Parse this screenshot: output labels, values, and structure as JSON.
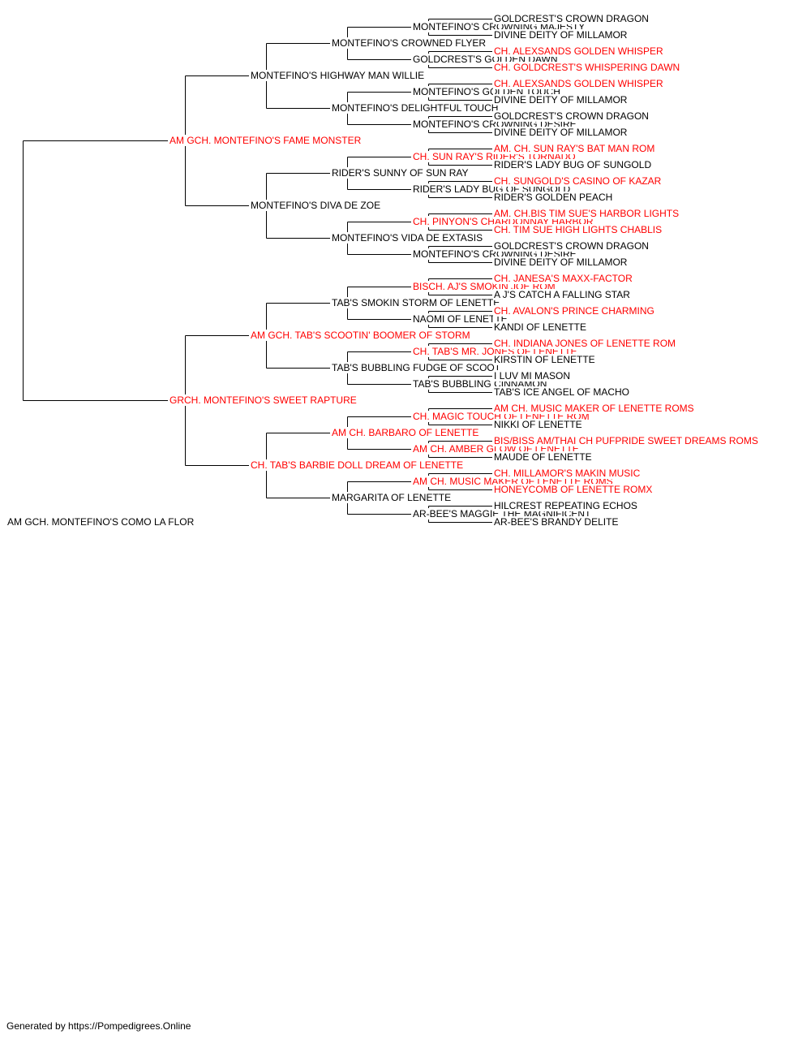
{
  "colors": {
    "champion": "#ff0000",
    "normal": "#000000",
    "line": "#000000"
  },
  "root": {
    "name": "AM GCH. MONTEFINO'S COMO LA FLOR",
    "champion": false
  },
  "gen1": [
    {
      "name": "AM GCH. MONTEFINO'S FAME MONSTER",
      "champion": true
    },
    {
      "name": "GRCH. MONTEFINO'S SWEET RAPTURE",
      "champion": true
    }
  ],
  "gen2": [
    {
      "name": "MONTEFINO'S HIGHWAY MAN WILLIE",
      "champion": false
    },
    {
      "name": "MONTEFINO'S DIVA DE ZOE",
      "champion": false
    },
    {
      "name": "AM GCH. TAB'S SCOOTIN' BOOMER OF STORM",
      "champion": true
    },
    {
      "name": "CH. TAB'S BARBIE DOLL DREAM OF LENETTE",
      "champion": true
    }
  ],
  "gen3": [
    {
      "name": "MONTEFINO'S CROWNED FLYER",
      "champion": false
    },
    {
      "name": "MONTEFINO'S DELIGHTFUL TOUCH",
      "champion": false
    },
    {
      "name": "RIDER'S SUNNY OF SUN RAY",
      "champion": false
    },
    {
      "name": "MONTEFINO'S VIDA DE EXTASIS",
      "champion": false
    },
    {
      "name": "TAB'S SMOKIN STORM OF LENETTE",
      "champion": false
    },
    {
      "name": "TAB'S BUBBLING FUDGE OF SCOOT",
      "champion": false
    },
    {
      "name": "AM CH. BARBARO OF LENETTE",
      "champion": true
    },
    {
      "name": "MARGARITA OF LENETTE",
      "champion": false
    }
  ],
  "gen4": [
    {
      "name": "MONTEFINO'S CROWNING MAJESTY",
      "champion": false
    },
    {
      "name": "GOLDCREST'S GOLDEN DAWN",
      "champion": false
    },
    {
      "name": "MONTEFINO'S GOLDEN TOUCH",
      "champion": false
    },
    {
      "name": "MONTEFINO'S CROWNING DESIRE",
      "champion": false
    },
    {
      "name": "CH. SUN RAY'S RIDER'S TORNADO",
      "champion": true
    },
    {
      "name": "RIDER'S LADY BUG OF SUNGOLD",
      "champion": false
    },
    {
      "name": "CH. PINYON'S CHARDONNAY HARBOR",
      "champion": true
    },
    {
      "name": "MONTEFINO'S CROWNING DESIRE",
      "champion": false
    },
    {
      "name": "BISCH. AJ'S SMOKIN JOE ROM",
      "champion": true
    },
    {
      "name": "NAOMI OF LENETTE",
      "champion": false
    },
    {
      "name": "CH. TAB'S MR. JONES OF LENETTE",
      "champion": true
    },
    {
      "name": "TAB'S BUBBLING CINNAMON",
      "champion": false
    },
    {
      "name": "CH. MAGIC TOUCH OF LENETTE ROM",
      "champion": true
    },
    {
      "name": "AM CH. AMBER GLOW OF LENETTE",
      "champion": true
    },
    {
      "name": "AM CH. MUSIC MAKER OF LENETTE ROMS",
      "champion": true
    },
    {
      "name": "AR-BEE'S MAGGIE THE MAGNIFICENT",
      "champion": false
    }
  ],
  "gen5": [
    {
      "name": "GOLDCREST'S CROWN DRAGON",
      "champion": false
    },
    {
      "name": "DIVINE DEITY OF MILLAMOR",
      "champion": false
    },
    {
      "name": "CH. ALEXSANDS GOLDEN WHISPER",
      "champion": true
    },
    {
      "name": "CH. GOLDCREST'S WHISPERING DAWN",
      "champion": true
    },
    {
      "name": "CH. ALEXSANDS GOLDEN WHISPER",
      "champion": true
    },
    {
      "name": "DIVINE DEITY OF MILLAMOR",
      "champion": false
    },
    {
      "name": "GOLDCREST'S CROWN DRAGON",
      "champion": false
    },
    {
      "name": "DIVINE DEITY OF MILLAMOR",
      "champion": false
    },
    {
      "name": "AM. CH. SUN RAY'S BAT MAN ROM",
      "champion": true
    },
    {
      "name": "RIDER'S LADY BUG OF SUNGOLD",
      "champion": false
    },
    {
      "name": "CH. SUNGOLD'S CASINO OF KAZAR",
      "champion": true
    },
    {
      "name": "RIDER'S GOLDEN PEACH",
      "champion": false
    },
    {
      "name": "AM. CH.BIS TIM SUE'S HARBOR LIGHTS",
      "champion": true
    },
    {
      "name": "CH. TIM SUE HIGH LIGHTS CHABLIS",
      "champion": true
    },
    {
      "name": "GOLDCREST'S CROWN DRAGON",
      "champion": false
    },
    {
      "name": "DIVINE DEITY OF MILLAMOR",
      "champion": false
    },
    {
      "name": "CH. JANESA'S MAXX-FACTOR",
      "champion": true
    },
    {
      "name": "A J'S CATCH A FALLING STAR",
      "champion": false
    },
    {
      "name": "CH. AVALON'S PRINCE CHARMING",
      "champion": true
    },
    {
      "name": "KANDI OF LENETTE",
      "champion": false
    },
    {
      "name": "CH. INDIANA JONES OF LENETTE ROM",
      "champion": true
    },
    {
      "name": "KIRSTIN OF LENETTE",
      "champion": false
    },
    {
      "name": "I LUV MI MASON",
      "champion": false
    },
    {
      "name": "TAB'S ICE ANGEL OF MACHO",
      "champion": false
    },
    {
      "name": "AM CH. MUSIC MAKER OF LENETTE ROMS",
      "champion": true
    },
    {
      "name": "NIKKI OF LENETTE",
      "champion": false
    },
    {
      "name": "BIS/BISS AM/THAI CH PUFPRIDE SWEET DREAMS ROMS",
      "champion": true
    },
    {
      "name": "MAUDE OF LENETTE",
      "champion": false
    },
    {
      "name": "CH. MILLAMOR'S MAKIN MUSIC",
      "champion": true
    },
    {
      "name": "HONEYCOMB OF LENETTE ROMX",
      "champion": true
    },
    {
      "name": "HILCREST REPEATING ECHOS",
      "champion": false
    },
    {
      "name": "AR-BEE'S BRANDY DELITE",
      "champion": false
    }
  ],
  "footer": "Generated by https://Pompedigrees.Online"
}
